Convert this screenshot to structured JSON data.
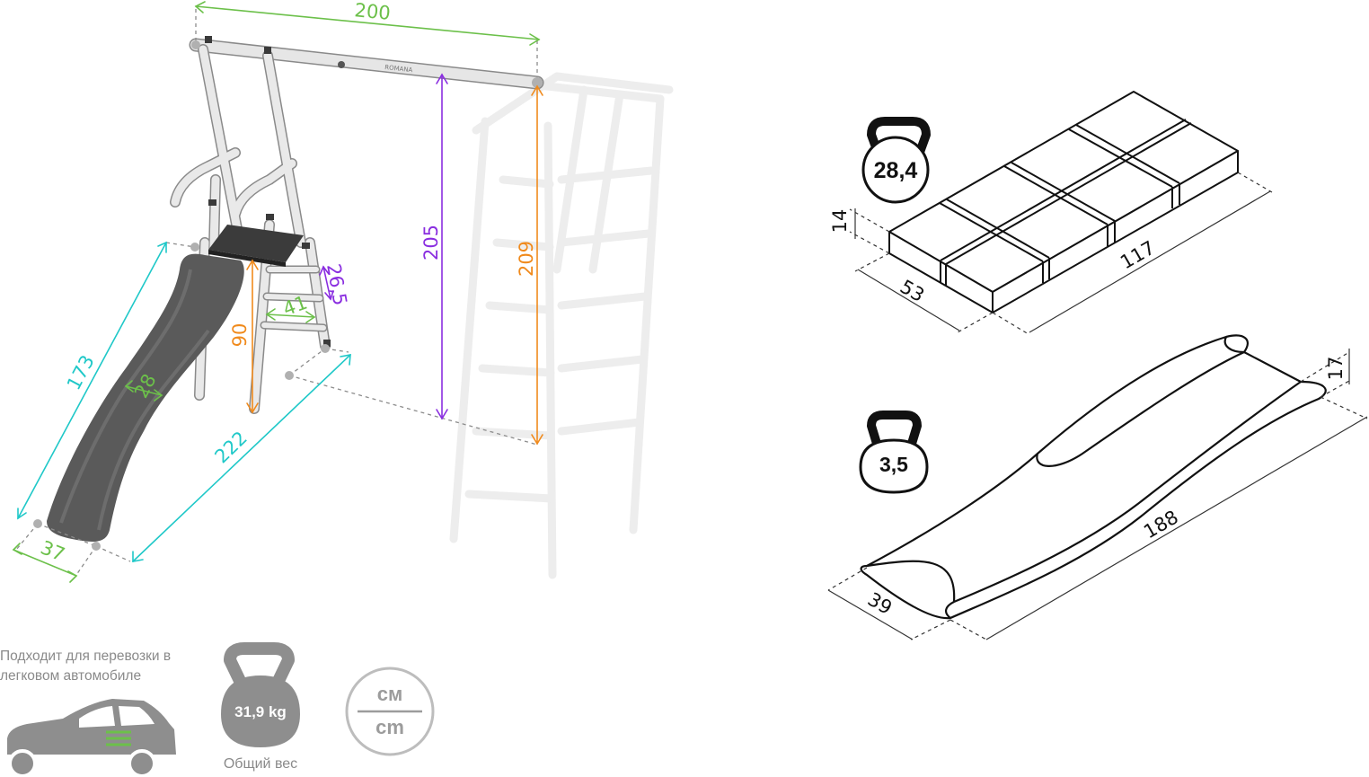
{
  "colors": {
    "green": "#6cc04a",
    "cyan": "#1fc8c8",
    "purple": "#8a2ee0",
    "orange": "#f08a1c",
    "frame": "#dcdcdc",
    "slide": "#5a5a5a",
    "ghost": "#ededed",
    "gray_icon": "#8e8e8e",
    "outline": "#111111"
  },
  "main_drawing": {
    "top_bar_brand": "ROMANA",
    "dimensions": {
      "beam_width": "200",
      "swing_height": "205",
      "total_height": "209",
      "platform_height": "90",
      "step_height": "26,5",
      "step_width": "41",
      "slide_length": "173",
      "slide_width_inner": "28",
      "slide_bottom_width": "37",
      "base_length": "222"
    }
  },
  "package_box": {
    "weight": "28,4",
    "height": "14",
    "width": "53",
    "length": "117"
  },
  "slide_package": {
    "weight": "3,5",
    "height": "17",
    "width": "39",
    "length": "188"
  },
  "footer": {
    "car_text": "Подходит для перевозки в легковом автомобиле",
    "total_weight": "31,9 kg",
    "total_weight_label": "Общий вес",
    "unit_ru": "см",
    "unit_en": "cm"
  }
}
